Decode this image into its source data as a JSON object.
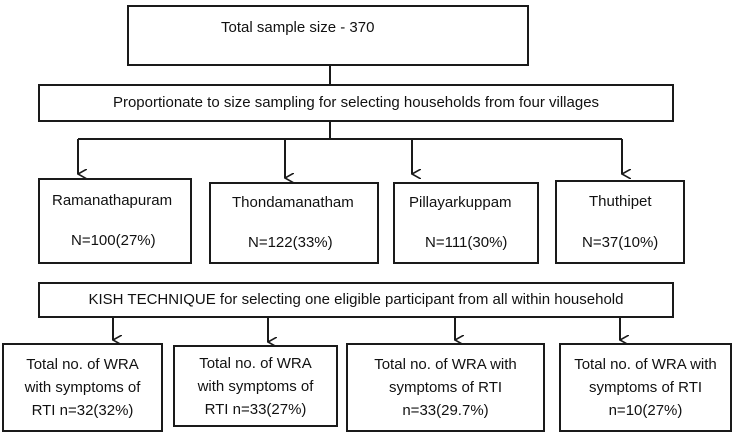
{
  "top": {
    "label": "Total sample size - 370"
  },
  "sampling": {
    "label": "Proportionate to size sampling for selecting households from four villages"
  },
  "villages": [
    {
      "name": "Ramanathapuram",
      "n": "N=100(27%)"
    },
    {
      "name": "Thondamanatham",
      "n": "N=122(33%)"
    },
    {
      "name": "Pillayarkuppam",
      "n": "N=111(30%)"
    },
    {
      "name": "Thuthipet",
      "n": "N=37(10%)"
    }
  ],
  "kish": {
    "label": "KISH TECHNIQUE for selecting one eligible participant from all within household"
  },
  "results": [
    {
      "lines": [
        "Total no. of WRA",
        "with symptoms of",
        "RTI n=32(32%)"
      ]
    },
    {
      "lines": [
        "Total no. of WRA",
        "with symptoms of",
        "RTI n=33(27%)"
      ]
    },
    {
      "lines": [
        "Total no. of WRA with",
        "symptoms of RTI",
        "n=33(29.7%)"
      ]
    },
    {
      "lines": [
        "Total no. of WRA with",
        "symptoms of RTI",
        "n=10(27%)"
      ]
    }
  ]
}
